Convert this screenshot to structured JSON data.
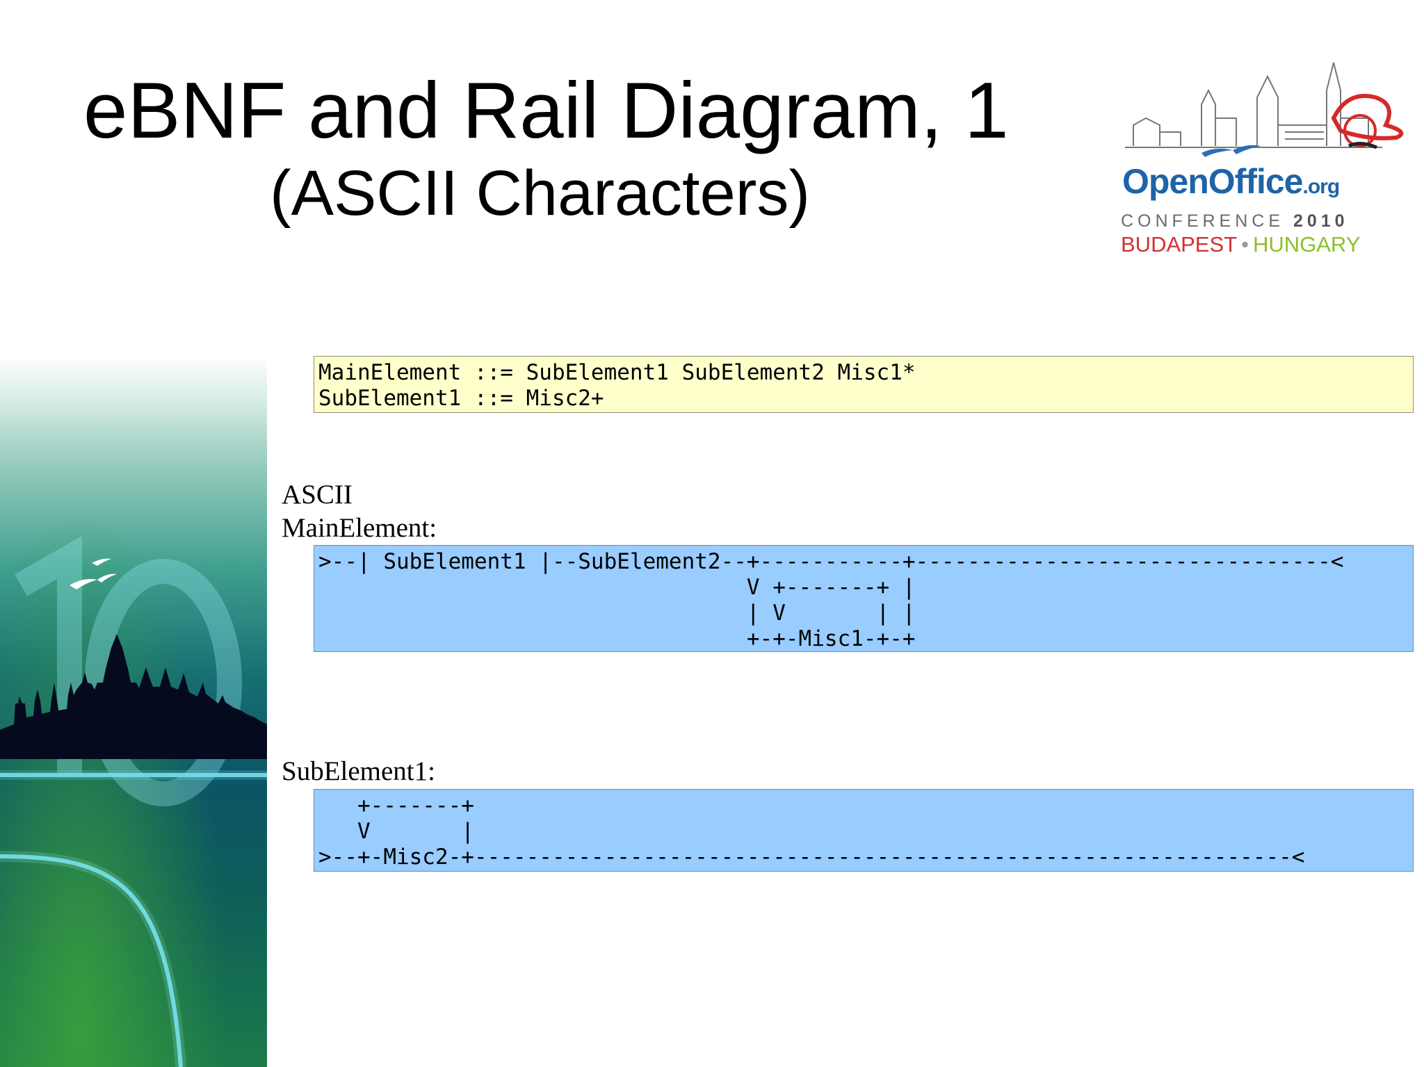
{
  "slide": {
    "title": "eBNF and Rail Diagram, 1",
    "subtitle": "(ASCII Characters)"
  },
  "logo": {
    "brand_main": "OpenOffice",
    "brand_suffix": ".org",
    "conference": "CONFERENCE",
    "year": "2010",
    "city": "BUDAPEST",
    "separator": "•",
    "country": "HUNGARY",
    "colors": {
      "brand": "#1f63a8",
      "city": "#d23030",
      "country": "#8cbf2a"
    }
  },
  "ebnf": {
    "lines": [
      "MainElement ::= SubElement1 SubElement2 Misc1*",
      "SubElement1 ::= Misc2+"
    ],
    "background": "#ffffcc"
  },
  "sections": {
    "ascii_label": "ASCII",
    "main_label": "MainElement:",
    "sub_label": "SubElement1:"
  },
  "rail_main": {
    "lines": [
      ">--| SubElement1 |--SubElement2--+-----------+--------------------------------<",
      "                                 V +-------+ |",
      "                                 | V       | |",
      "                                 +-+-Misc1-+-+"
    ],
    "background": "#99ccff"
  },
  "rail_sub": {
    "lines": [
      "   +-------+",
      "   V       |",
      ">--+-Misc2-+---------------------------------------------------------------<"
    ],
    "background": "#99ccff"
  }
}
